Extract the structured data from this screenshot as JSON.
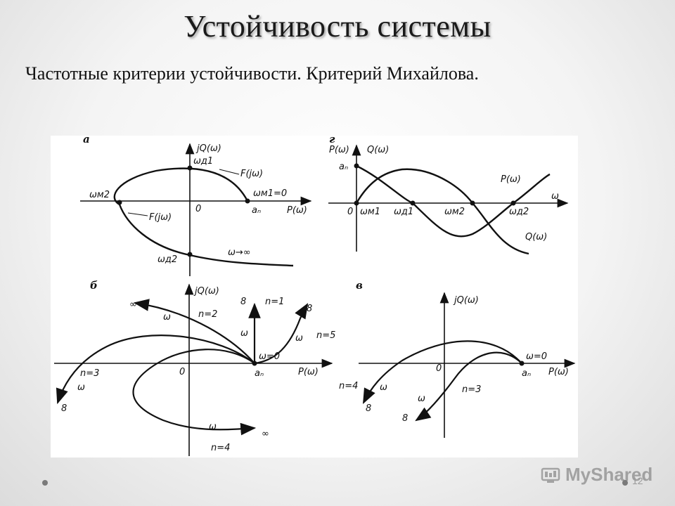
{
  "slide": {
    "title": "Устойчивость системы",
    "subtitle": "Частотные критерии устойчивости. Критерий Михайлова.",
    "page_number": "12",
    "watermark": "MyShared"
  },
  "figure": {
    "panel_a": {
      "letter": "a",
      "y_axis": "jQ(ω)",
      "x_axis": "P(ω)",
      "origin": "0",
      "an": "aₙ",
      "wd1": "ωд1",
      "wm2": "ωм2",
      "wd2": "ωд2",
      "wm1": "ωм1=0",
      "fjw_top": "F(jω)",
      "fjw_left": "F(jω)",
      "w_inf": "ω→∞"
    },
    "panel_g": {
      "letter": "г",
      "p_label": "P(ω)",
      "q_label": "Q(ω)",
      "an": "aₙ",
      "origin": "0",
      "x_axis": "ω",
      "ticks": [
        "ωм1",
        "ωд1",
        "ωм2",
        "ωд2"
      ],
      "p_curve": "P(ω)",
      "q_curve": "Q(ω)"
    },
    "panel_b": {
      "letter": "б",
      "y_axis": "jQ(ω)",
      "x_axis": "P(ω)",
      "origin": "0",
      "an": "aₙ",
      "w0": "ω=0",
      "n1": "n=1",
      "n2": "n=2",
      "n3": "n=3",
      "n4": "n=4",
      "n5": "n=5",
      "inf": "∞",
      "omega": "ω",
      "eight": "8"
    },
    "panel_v": {
      "letter": "в",
      "y_axis": "jQ(ω)",
      "x_axis": "P(ω)",
      "origin": "0",
      "an": "aₙ",
      "w0": "ω=0",
      "n3": "n=3",
      "n4": "n=4",
      "omega": "ω",
      "eight": "8"
    }
  }
}
